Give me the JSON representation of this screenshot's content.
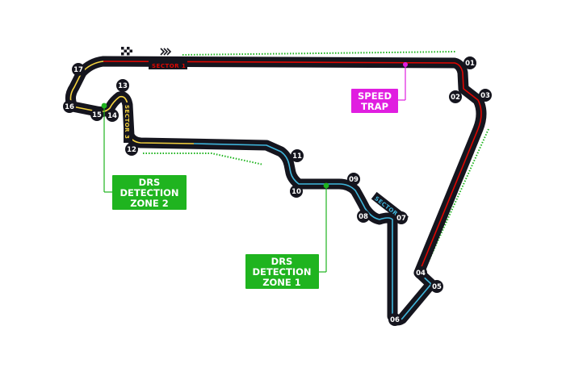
{
  "colors": {
    "track": "#15151e",
    "sector1": "#e10600",
    "sector2": "#3fb6dc",
    "sector3": "#f5d33f",
    "drs": "#1fb41f",
    "speed_trap": "#e01ee0"
  },
  "sectors": [
    {
      "id": "sector1",
      "label": "SECTOR 1"
    },
    {
      "id": "sector2",
      "label": "SECTOR 2"
    },
    {
      "id": "sector3",
      "label": "SECTOR 3"
    }
  ],
  "turns": [
    "01",
    "02",
    "03",
    "04",
    "05",
    "06",
    "07",
    "08",
    "09",
    "10",
    "11",
    "12",
    "13",
    "14",
    "15",
    "16",
    "17"
  ],
  "callouts": {
    "speed_trap": [
      "SPEED",
      "TRAP"
    ],
    "drs_zone_1": [
      "DRS",
      "DETECTION",
      "ZONE 1"
    ],
    "drs_zone_2": [
      "DRS",
      "DETECTION",
      "ZONE 2"
    ]
  },
  "icons": {
    "start_finish": "checkered-flag-icon",
    "direction": "race-direction-chevrons-icon"
  }
}
